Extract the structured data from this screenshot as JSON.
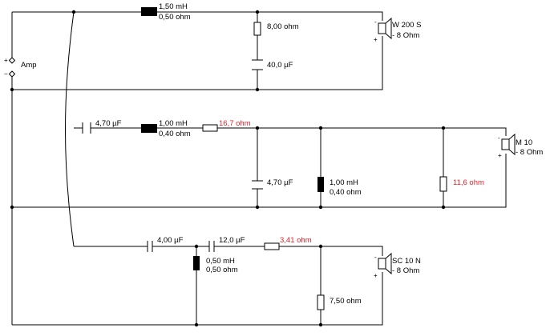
{
  "amp": {
    "label": "Amp",
    "plus": "+",
    "minus": "−"
  },
  "top": {
    "l1": {
      "value": "1,50 mH",
      "res": "0,50 ohm"
    },
    "r1": "8,00 ohm",
    "c1": "40,0 µF",
    "speaker": {
      "name": "W 200 S",
      "imp": "- 8 Ohm",
      "plus": "+",
      "minus": "-"
    }
  },
  "mid": {
    "c1": "4,70 µF",
    "l1": {
      "value": "1,00 mH",
      "res": "0,40 ohm"
    },
    "r1": "16,7 ohm",
    "c2": "4,70 µF",
    "l2": {
      "value": "1,00 mH",
      "res": "0,40 ohm"
    },
    "r2": "11,6 ohm",
    "speaker": {
      "name": "M 10",
      "imp": "- 8 Ohm",
      "plus": "+",
      "minus": "-"
    }
  },
  "bot": {
    "c1": "4,00 µF",
    "c2": "12,0 µF",
    "r1": "3,41 ohm",
    "l1": {
      "value": "0,50 mH",
      "res": "0,50 ohm"
    },
    "r2": "7,50 ohm",
    "speaker": {
      "name": "SC 10 N",
      "imp": "- 8 Ohm",
      "plus": "+",
      "minus": "-"
    }
  },
  "colors": {
    "wire": "#000000",
    "highlight": "#e8202a",
    "inductor": "#000000"
  }
}
